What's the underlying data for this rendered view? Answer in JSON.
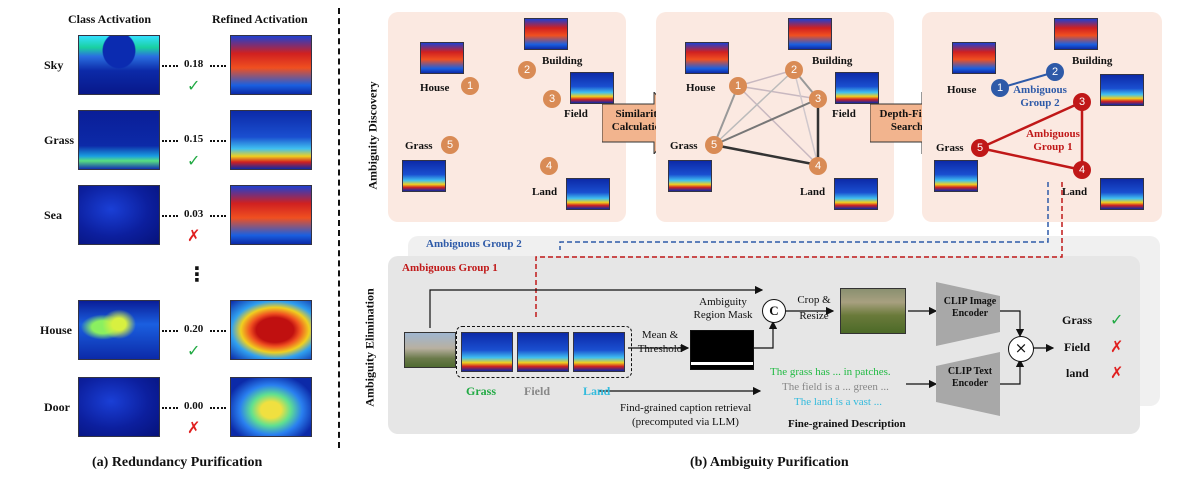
{
  "left": {
    "col1_title": "Class Activation",
    "col2_title": "Refined Activation",
    "rows": [
      {
        "label": "Sky",
        "score": "0.18",
        "kept": true
      },
      {
        "label": "Grass",
        "score": "0.15",
        "kept": true
      },
      {
        "label": "Sea",
        "score": "0.03",
        "kept": false
      },
      {
        "label": "House",
        "score": "0.20",
        "kept": true
      },
      {
        "label": "Door",
        "score": "0.00",
        "kept": false
      }
    ],
    "ellipsis": "⋮",
    "caption": "(a) Redundancy Purification"
  },
  "right": {
    "discovery_label": "Ambiguity Discovery",
    "elimination_label": "Ambiguity Elimination",
    "caption": "(b) Ambiguity Purification",
    "nodes": [
      {
        "num": "1",
        "name": "House"
      },
      {
        "num": "2",
        "name": "Building"
      },
      {
        "num": "3",
        "name": "Field"
      },
      {
        "num": "4",
        "name": "Land"
      },
      {
        "num": "5",
        "name": "Grass"
      }
    ],
    "arrow1": "Similarity Calculation",
    "arrow2": "Depth-First Search",
    "group2_label": "Ambiguous Group 2",
    "group1_label": "Ambiguous Group 1",
    "group2_banner": "Ambiguous Group 2",
    "group1_banner": "Ambiguous Group 1",
    "mean_threshold": "Mean & Threshold",
    "ambiguity_mask": "Ambiguity Region Mask",
    "concat_symbol": "C",
    "crop_resize": "Crop & Resize",
    "clip_image": "CLIP Image Encoder",
    "clip_text": "CLIP Text Encoder",
    "multiply_symbol": "×",
    "candidates": [
      {
        "name": "Grass",
        "color": "#22aa44"
      },
      {
        "name": "Field",
        "color": "#888888"
      },
      {
        "name": "Land",
        "color": "#33bbdd"
      }
    ],
    "descriptions": [
      {
        "text": "The grass has ... in patches.",
        "color": "#22bb44"
      },
      {
        "text": "The field is a ... green ...",
        "color": "#888888"
      },
      {
        "text": "The land is a vast ...",
        "color": "#33bbdd"
      }
    ],
    "fine_desc_label": "Fine-grained Description",
    "caption_retrieval": "Find-grained caption retrieval",
    "caption_retrieval_sub": "(precomputed via LLM)",
    "results": [
      {
        "name": "Grass",
        "kept": true
      },
      {
        "name": "Field",
        "kept": false
      },
      {
        "name": "land",
        "kept": false
      }
    ]
  }
}
